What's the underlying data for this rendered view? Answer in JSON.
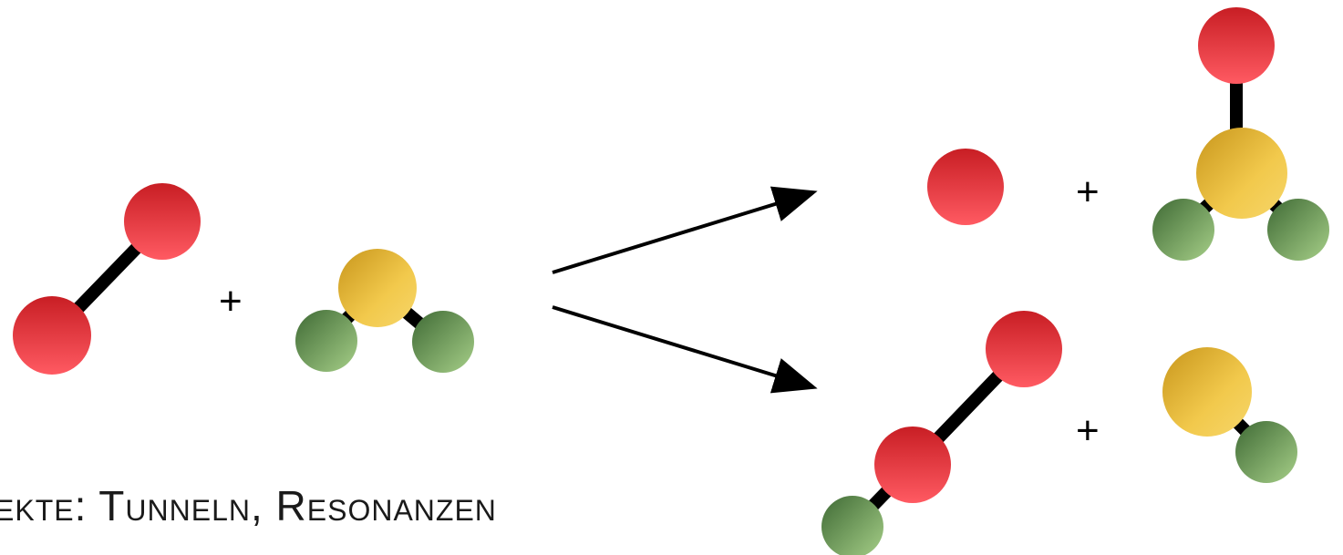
{
  "caption": "ekte: Tunneln, Resonanzen",
  "plus_sign": "+",
  "colors": {
    "oxygen": "#e8353d",
    "yellow_atom": "#f0c040",
    "green_atom": "#5f8f4c",
    "bond": "#000000",
    "arrow": "#000000"
  },
  "scene": {
    "reactants": [
      "O2 molecule (two red atoms)",
      "yellow atom with two green atoms"
    ],
    "products_top": [
      "red atom",
      "yellow atom with red and two green atoms"
    ],
    "products_bottom": [
      "red-red-green chain",
      "yellow atom with one green atom"
    ]
  }
}
